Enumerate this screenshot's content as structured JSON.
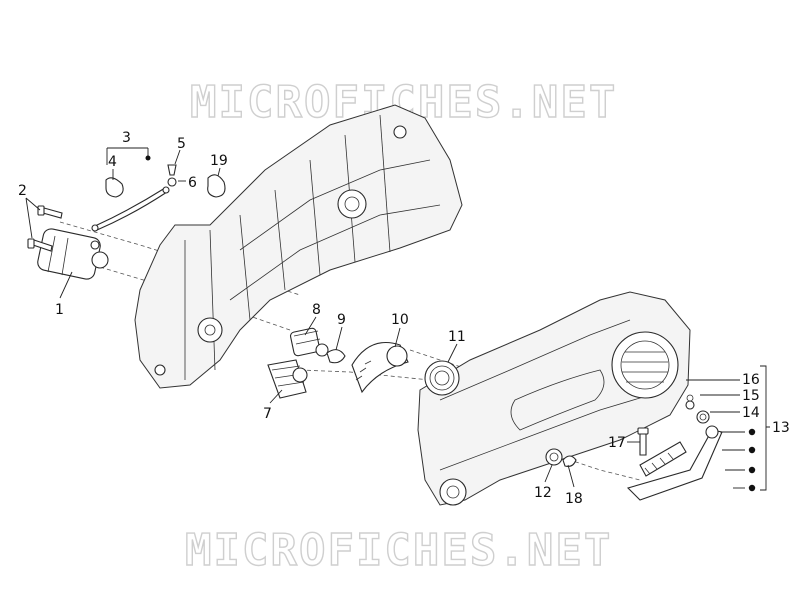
{
  "watermark": "MICROFICHES.NET",
  "callouts": [
    {
      "id": "1",
      "label": "1"
    },
    {
      "id": "2",
      "label": "2"
    },
    {
      "id": "3",
      "label": "3"
    },
    {
      "id": "4",
      "label": "4"
    },
    {
      "id": "5",
      "label": "5"
    },
    {
      "id": "6",
      "label": "6"
    },
    {
      "id": "7",
      "label": "7"
    },
    {
      "id": "8",
      "label": "8"
    },
    {
      "id": "9",
      "label": "9"
    },
    {
      "id": "10",
      "label": "10"
    },
    {
      "id": "11",
      "label": "11"
    },
    {
      "id": "12",
      "label": "12"
    },
    {
      "id": "13",
      "label": "13"
    },
    {
      "id": "14",
      "label": "14"
    },
    {
      "id": "15",
      "label": "15"
    },
    {
      "id": "16",
      "label": "16"
    },
    {
      "id": "17",
      "label": "17"
    },
    {
      "id": "18",
      "label": "18"
    },
    {
      "id": "19",
      "label": "19"
    }
  ]
}
